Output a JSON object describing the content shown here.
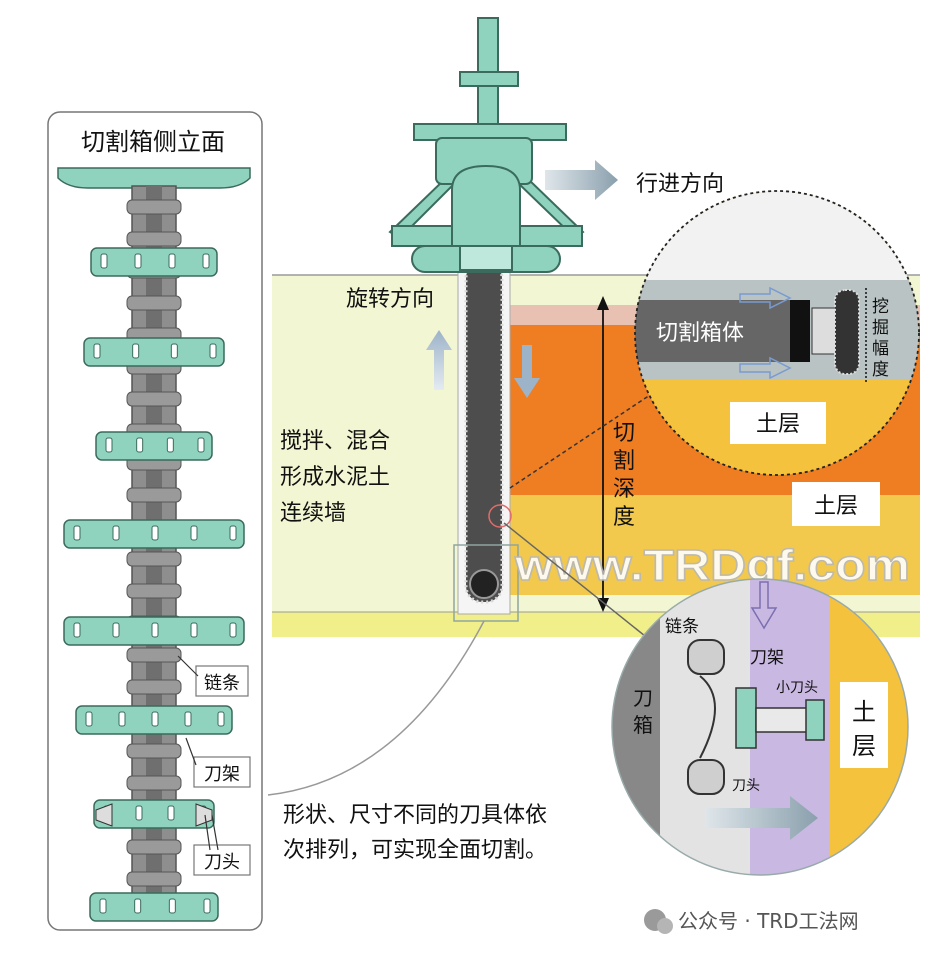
{
  "panel": {
    "title": "切割箱侧立面",
    "label_chain": "链条",
    "label_holder": "刀架",
    "label_head": "刀头"
  },
  "main": {
    "direction_travel": "行进方向",
    "direction_rotate": "旋转方向",
    "desc_mix": [
      "搅拌、混合",
      "形成水泥土",
      "连续墙"
    ],
    "desc_tools": [
      "形状、尺寸不同的刀具体依",
      "次排列，可实现全面切割。"
    ],
    "depth_label": [
      "切",
      "割",
      "深",
      "度"
    ],
    "soil": "土层",
    "watermark": "www.TRDgf.com"
  },
  "detail_top": {
    "box_label": "切割箱体",
    "soil": "土层",
    "width_label": [
      "挖",
      "掘",
      "幅",
      "度"
    ]
  },
  "detail_bottom": {
    "chain": "链条",
    "holder": "刀架",
    "small_head": "小刀头",
    "box": [
      "刀",
      "箱"
    ],
    "head": "刀头",
    "soil": [
      "土",
      "层"
    ]
  },
  "footer": {
    "account": "公众号 · TRD工法网"
  },
  "colors": {
    "machine": "#8fd3bf",
    "machine_edge": "#3a6b5c",
    "soil_yellow": "#f2c94c",
    "soil_orange": "#ef7d22",
    "wall_light": "#f3f6d2",
    "chain_dark": "#555555"
  }
}
